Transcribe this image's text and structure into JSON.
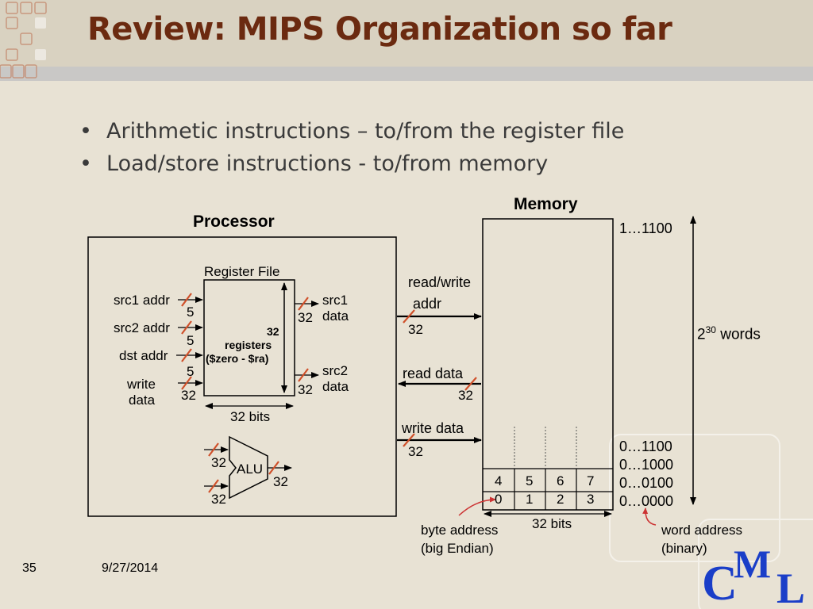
{
  "slide": {
    "title": "Review: MIPS Organization so far",
    "bullets": [
      "Arithmetic instructions – to/from the register file",
      "Load/store instructions - to/from memory"
    ],
    "footer": {
      "page_number": "35",
      "date": "9/27/2014"
    },
    "logo_text": "CML"
  },
  "diagram": {
    "processor_label": "Processor",
    "memory_label": "Memory",
    "register_file": {
      "title": "Register File",
      "center_text": [
        "32",
        "registers",
        "($zero - $ra)"
      ],
      "width_label": "32 bits",
      "inputs": [
        {
          "label": "src1 addr",
          "width": "5"
        },
        {
          "label": "src2 addr",
          "width": "5"
        },
        {
          "label": "dst addr",
          "width": "5"
        },
        {
          "label": "write data",
          "label_lines": [
            "write",
            "data"
          ],
          "width": "32"
        }
      ],
      "outputs": [
        {
          "label_lines": [
            "src1",
            "data"
          ],
          "width": "32"
        },
        {
          "label_lines": [
            "src2",
            "data"
          ],
          "width": "32"
        }
      ]
    },
    "alu": {
      "label": "ALU",
      "input_widths": [
        "32",
        "32"
      ],
      "output_width": "32"
    },
    "buses": [
      {
        "label": "read/write",
        "label2": "addr",
        "width": "32"
      },
      {
        "label": "read data",
        "width": "32"
      },
      {
        "label": "write data",
        "width": "32"
      }
    ],
    "memory": {
      "top_address": "1…1100",
      "addresses": [
        "0…1100",
        "0…1000",
        "0…0100",
        "0…0000"
      ],
      "row_bytes_upper": [
        "4",
        "5",
        "6",
        "7"
      ],
      "row_bytes_lower": [
        "0",
        "1",
        "2",
        "3"
      ],
      "width_label": "32 bits",
      "size_label_base": "2",
      "size_label_exp": "30",
      "size_label_unit": " words",
      "byte_address_note": [
        "byte address",
        "(big Endian)"
      ],
      "word_address_note": [
        "word address",
        "(binary)"
      ]
    },
    "colors": {
      "slash": "#d0502a",
      "title": "#6b2a10",
      "accent": "#cc3333",
      "logo": "#1a3ec8"
    }
  }
}
